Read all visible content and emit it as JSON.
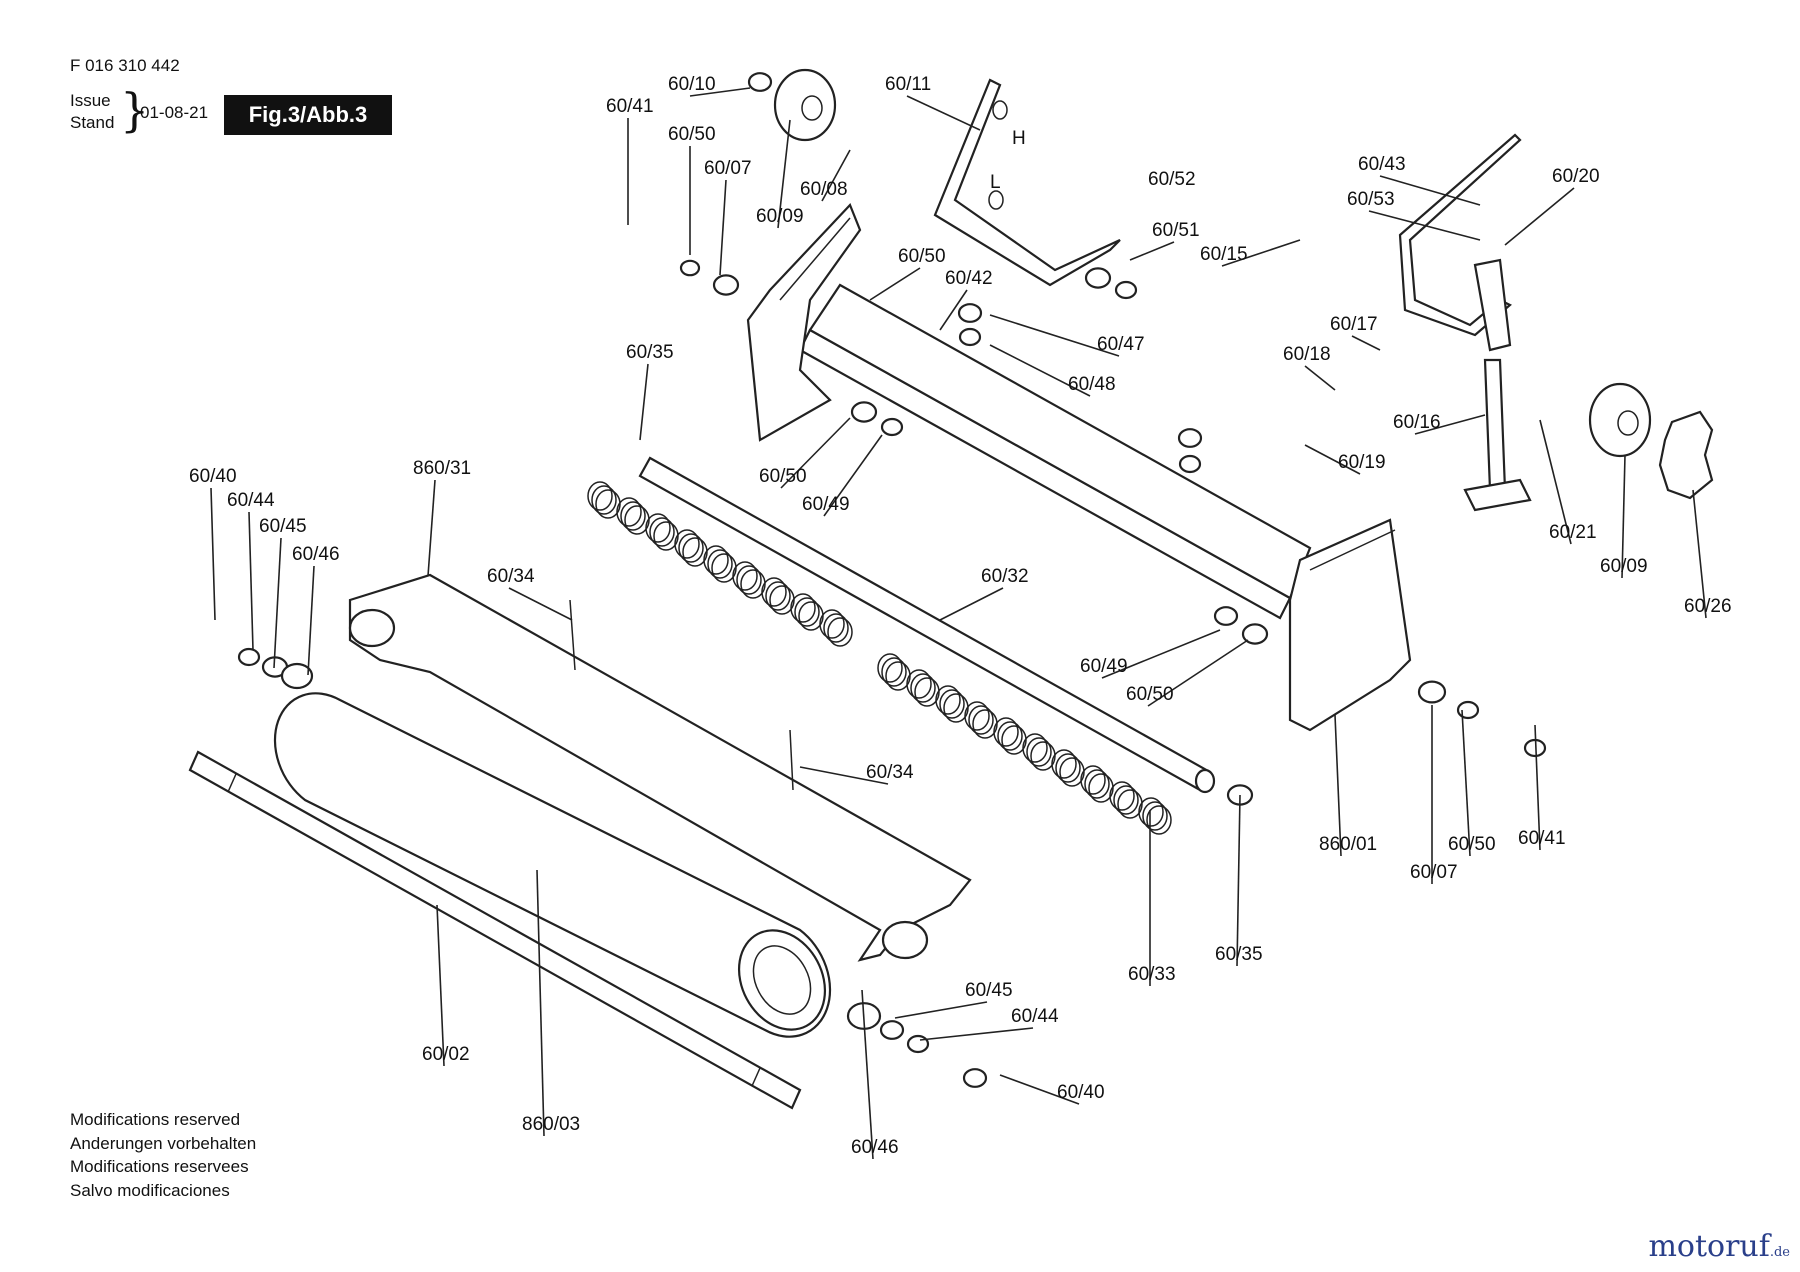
{
  "header": {
    "doc_code": "F 016 310 442",
    "issue_label": "Issue",
    "stand_label": "Stand",
    "date": "01-08-21",
    "figure": "Fig.3/Abb.3"
  },
  "footer": {
    "lines": [
      "Modifications reserved",
      "Anderungen vorbehalten",
      "Modifications reservees",
      "Salvo modificaciones"
    ]
  },
  "logo": {
    "brand": "motoruf",
    "suffix": ".de"
  },
  "diagram": {
    "inner_labels": [
      "H",
      "L"
    ],
    "part_labels": [
      "60/10",
      "60/11",
      "60/41",
      "60/50",
      "60/07",
      "60/08",
      "60/09",
      "60/52",
      "60/51",
      "60/43",
      "60/20",
      "60/53",
      "60/15",
      "60/50",
      "60/42",
      "60/47",
      "60/48",
      "60/17",
      "60/18",
      "60/16",
      "60/19",
      "60/21",
      "60/09",
      "60/26",
      "60/35",
      "60/50",
      "60/49",
      "60/40",
      "860/31",
      "60/44",
      "60/45",
      "60/46",
      "60/34",
      "60/32",
      "60/49",
      "60/50",
      "60/34",
      "860/01",
      "60/07",
      "60/50",
      "60/41",
      "60/35",
      "60/33",
      "60/45",
      "60/44",
      "60/40",
      "60/02",
      "860/03",
      "60/46"
    ]
  }
}
